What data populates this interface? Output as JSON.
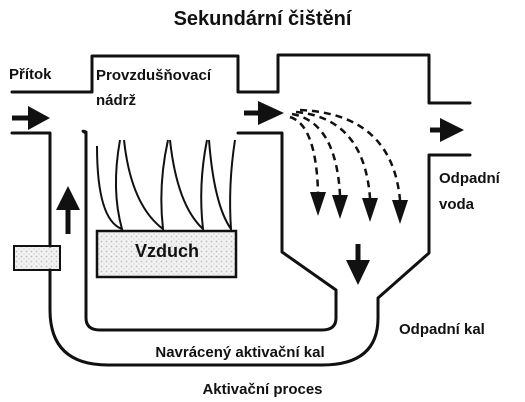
{
  "title": "Sekundární čištění",
  "labels": {
    "inflow": "Přítok",
    "aeration_tank_line1": "Provzdušňovací",
    "aeration_tank_line2": "nádrž",
    "air": "Vzduch",
    "effluent_line1": "Odpadní",
    "effluent_line2": "voda",
    "waste_sludge": "Odpadní kal",
    "return_sludge": "Navrácený aktivační kal",
    "process": "Aktivační proces"
  }
}
